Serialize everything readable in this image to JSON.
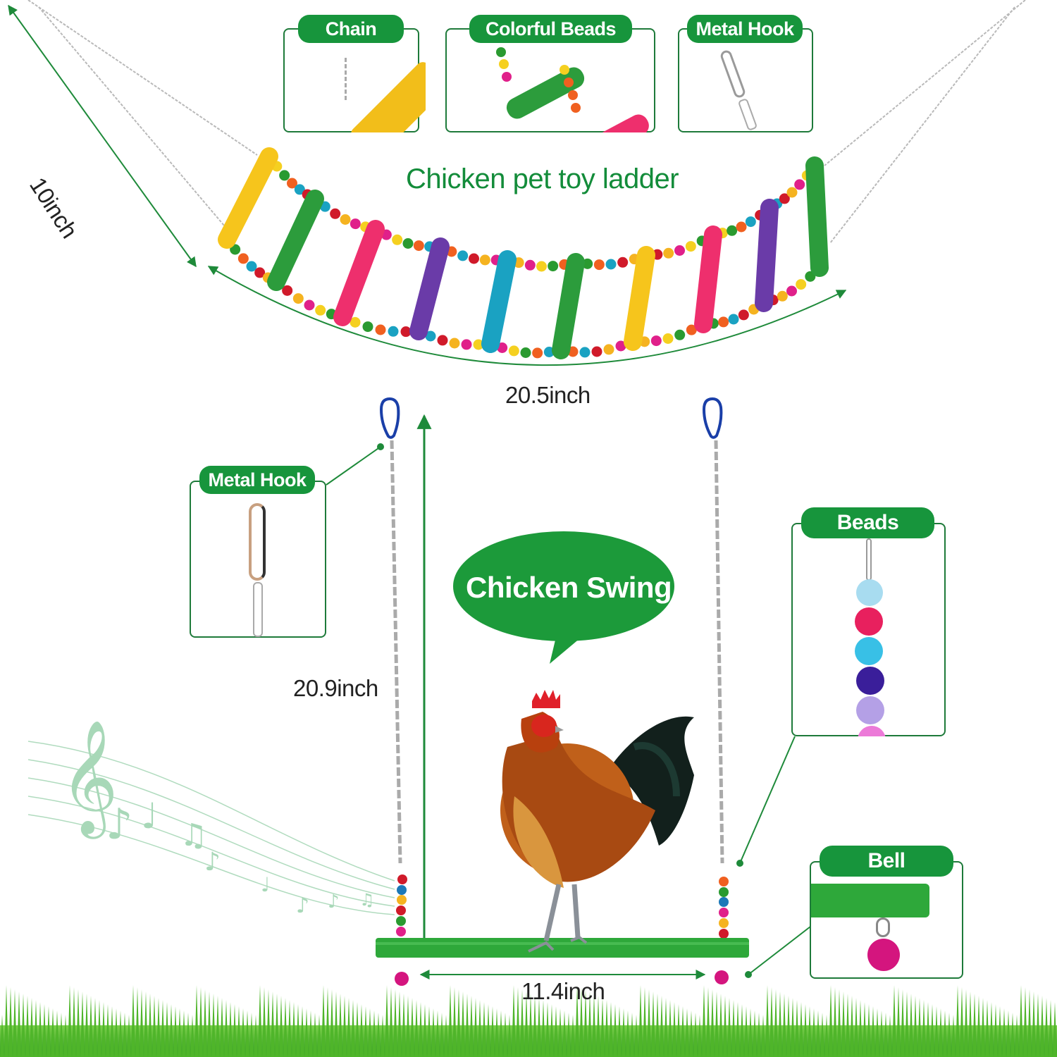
{
  "ladder": {
    "title": "Chicken pet toy ladder",
    "height_dimension": "10inch",
    "width_dimension": "20.5inch",
    "rung_colors": [
      "#f6c51c",
      "#2c9c3c",
      "#ee2f6d",
      "#6a3ba8",
      "#1aa2c2",
      "#2c9c3c",
      "#f6c51c",
      "#ee2f6d",
      "#6a3ba8",
      "#2c9c3c"
    ],
    "callouts": [
      {
        "label": "Chain"
      },
      {
        "label": "Colorful Beads"
      },
      {
        "label": "Metal Hook"
      }
    ]
  },
  "swing": {
    "title": "Chicken Swing",
    "height_dimension": "20.9inch",
    "width_dimension": "11.4inch",
    "callouts": [
      {
        "label": "Metal Hook"
      },
      {
        "label": "Beads"
      },
      {
        "label": "Bell"
      }
    ]
  },
  "colors": {
    "accent_green": "#17953c",
    "outline_green": "#1e7a3a",
    "dimension_text": "#222222"
  }
}
